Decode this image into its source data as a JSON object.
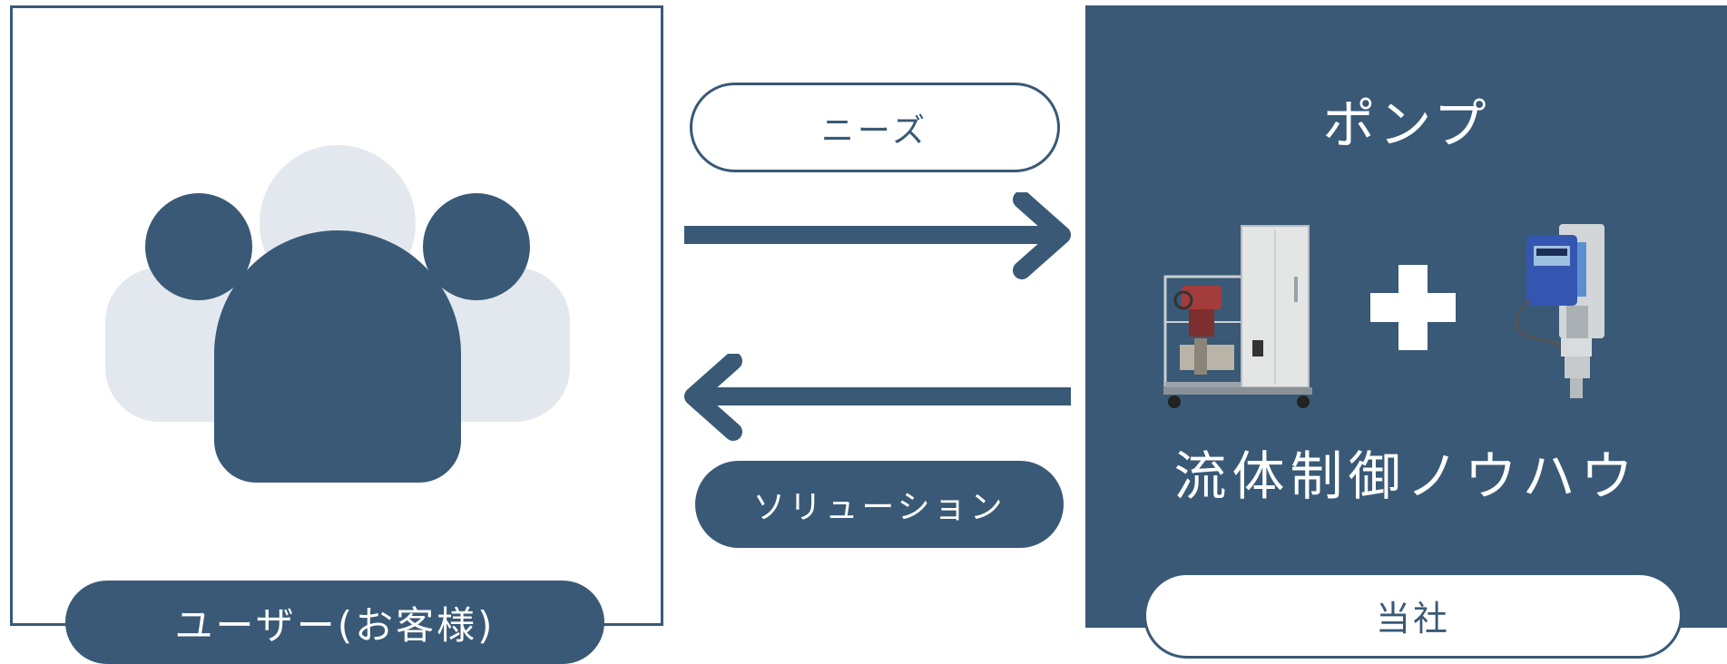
{
  "customer": {
    "label": "ユーザー(お客様)"
  },
  "company": {
    "title": "ポンプ",
    "knowhow": "流体制御ノウハウ",
    "label": "当社"
  },
  "flows": {
    "needs": "ニーズ",
    "solution": "ソリューション"
  },
  "colors": {
    "primary": "#395976",
    "light": "#E2E8EE",
    "background": "#FFFFFF"
  },
  "icons": [
    "users-group-icon",
    "arrow-right-icon",
    "arrow-left-icon",
    "plus-icon",
    "pump-unit-image",
    "sensor-device-image"
  ]
}
